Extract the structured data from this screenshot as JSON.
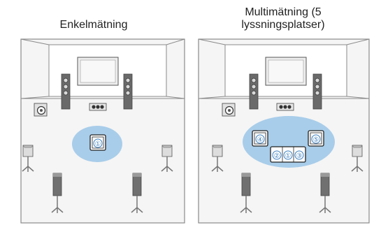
{
  "panels": [
    {
      "title": "Enkelmätning",
      "positions": [
        "①"
      ]
    },
    {
      "title_line1": "Multimätning (5",
      "title_line2": "lyssningsplatser)",
      "positions": [
        "④",
        "②",
        "①",
        "③",
        "⑤"
      ]
    }
  ],
  "colors": {
    "outline": "#8a8a8a",
    "floor_fill": "#f2f2f2",
    "listening_area": "#a8cdea",
    "number_color": "#3a7fc0",
    "speaker_dark": "#666666",
    "speaker_light": "#dcdcdc"
  },
  "icons": [
    "tv-icon",
    "front-speaker-icon",
    "center-speaker-icon",
    "subwoofer-icon",
    "surround-speaker-icon",
    "surround-back-speaker-icon",
    "listening-seat-icon"
  ]
}
